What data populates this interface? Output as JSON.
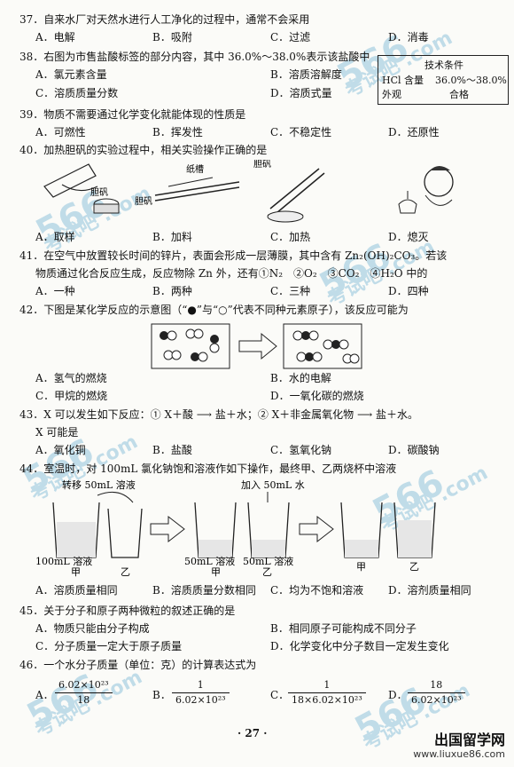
{
  "questions": {
    "q37": {
      "stem": "37．自来水厂对天然水进行人工净化的过程中，通常不会采用",
      "a": "A．电解",
      "b": "B．吸附",
      "c": "C．过滤",
      "d": "D．消毒"
    },
    "q38": {
      "stem": "38．右图为市售盐酸标签的部分内容，其中 36.0%～38.0%表示该盐酸中",
      "a": "A．氯元素含量",
      "b": "B．溶质溶解度",
      "c": "C．溶质质量分数",
      "d": "D．溶质式量"
    },
    "q39": {
      "stem": "39．物质不需要通过化学变化就能体现的性质是",
      "a": "A．可燃性",
      "b": "B．挥发性",
      "c": "C．不稳定性",
      "d": "D．还原性"
    },
    "q40": {
      "stem": "40．加热胆矾的实验过程中，相关实验操作正确的是",
      "a": "A．取样",
      "b": "B．加料",
      "c": "C．加热",
      "d": "D．熄灭"
    },
    "q41": {
      "stem1": "41．在空气中放置较长时间的锌片，表面会形成一层薄膜，其中含有 Zn₂(OH)₂CO₃。若该",
      "stem2": "物质通过化合反应生成，反应物除 Zn 外，还有①N₂　②O₂　③CO₂　④H₂O 中的",
      "a": "A．一种",
      "b": "B．两种",
      "c": "C．三种",
      "d": "D．四种"
    },
    "q42": {
      "stem": "42．下图是某化学反应的示意图（“●”与“○”代表不同种元素原子），该反应可能为",
      "a": "A．氢气的燃烧",
      "b": "B．水的电解",
      "c": "C．甲烷的燃烧",
      "d": "D．一氧化碳的燃烧"
    },
    "q43": {
      "stem1": "43．X 可以发生如下反应：① X＋酸 ⟶ 盐＋水；② X＋非金属氧化物 ⟶ 盐＋水。",
      "stem2": "X 可能是",
      "a": "A．氧化铜",
      "b": "B．盐酸",
      "c": "C．氢氧化钠",
      "d": "D．碳酸钠"
    },
    "q44": {
      "stem": "44．室温时，对 100mL 氯化钠饱和溶液作如下操作，最终甲、乙两烧杯中溶液",
      "a": "A．溶质质量相同",
      "b": "B．溶质质量分数相同",
      "c": "C．均为不饱和溶液",
      "d": "D．溶剂质量相同"
    },
    "q45": {
      "stem": "45．关于分子和原子两种微粒的叙述正确的是",
      "a": "A．物质只能由分子构成",
      "b": "B．相同原子可能构成不同分子",
      "c": "C．分子质量一定大于原子质量",
      "d": "D．化学变化中分子数目一定发生变化"
    },
    "q46": {
      "stem": "46．一个水分子质量（单位：克）的计算表达式为",
      "a": "A．",
      "b": "B．",
      "c": "C．",
      "d": "D．"
    }
  },
  "spec_label": {
    "title": "技术条件",
    "row1_label": "HCl 含量",
    "row1_value": "36.0%～38.0%",
    "row2_label": "外观",
    "row2_value": "合格"
  },
  "q40_labels": {
    "paper": "纸槽",
    "alum1": "胆矾",
    "alum2": "胆矾",
    "alum3": "胆矾"
  },
  "q44_labels": {
    "transfer": "转移 50mL 溶液",
    "add_water": "加入 50mL 水",
    "beaker1": "100mL 溶液",
    "beaker2": "50mL 溶液",
    "beaker3": "50mL 溶液",
    "jia": "甲",
    "yi": "乙"
  },
  "q46_fracs": {
    "a_num": "6.02×10²³",
    "a_den": "18",
    "b_num": "1",
    "b_den": "6.02×10²³",
    "c_num": "1",
    "c_den": "18×6.02×10²³",
    "d_num": "18",
    "d_den": "6.02×10²³"
  },
  "page_number": "· 27 ·",
  "watermark": {
    "big": "566",
    "small": "考试吧 .com"
  },
  "site": {
    "name": "出国留学网",
    "url": "www.liuxue86.com"
  }
}
